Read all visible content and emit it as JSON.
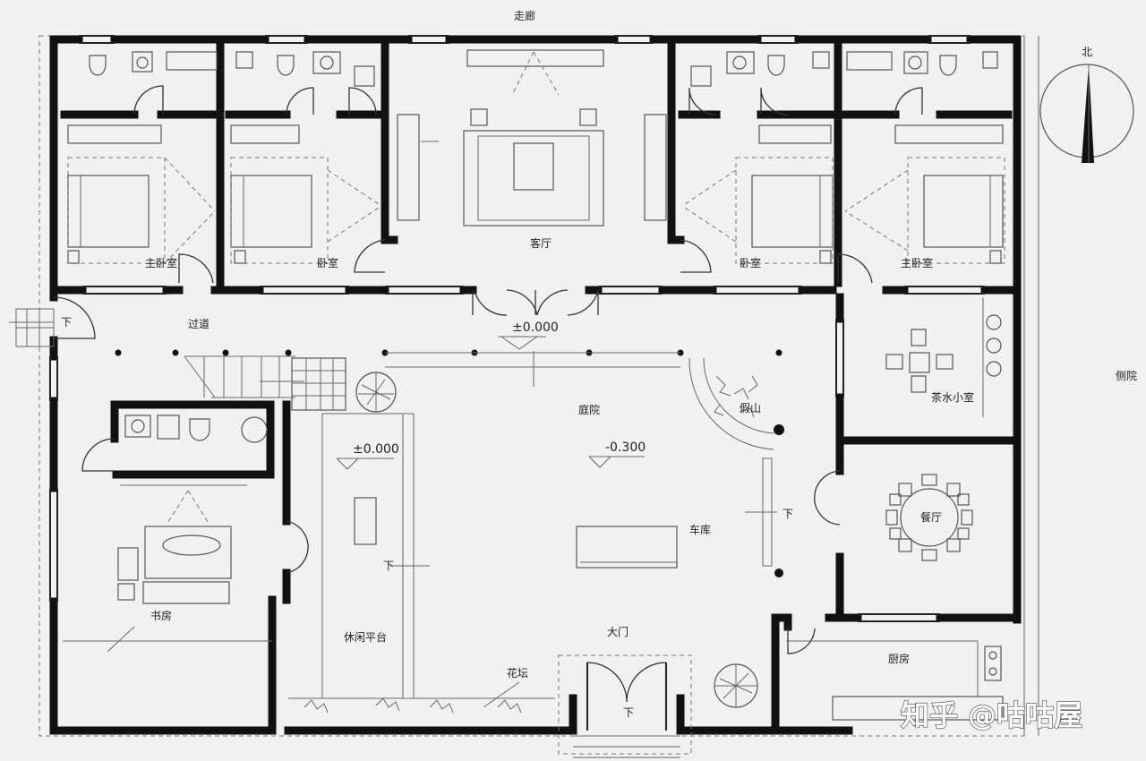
{
  "plan": {
    "labels": {
      "corridor_top": "走廊",
      "living_room": "客厅",
      "bedroom_1": "主卧室",
      "bedroom_2": "卧室",
      "bedroom_3": "卧室",
      "bedroom_4": "主卧室",
      "foyer": "过道",
      "tea_room": "茶水小室",
      "courtyard": "庭院",
      "dining_room": "餐厅",
      "study": "书房",
      "rest_platform": "休闲平台",
      "gate": "大门",
      "kitchen": "厨房",
      "car_label": "车库",
      "yard_right": "侧院",
      "rockery": "假山",
      "down_1": "下",
      "down_2": "下",
      "down_3": "下",
      "down_4": "下",
      "flower_bed": "花坛"
    },
    "levels": {
      "top": "±0.000",
      "left": "±0.000",
      "courtyard": "-0.300"
    },
    "north_label": "北",
    "watermark": "知乎 @咕咕屋"
  }
}
